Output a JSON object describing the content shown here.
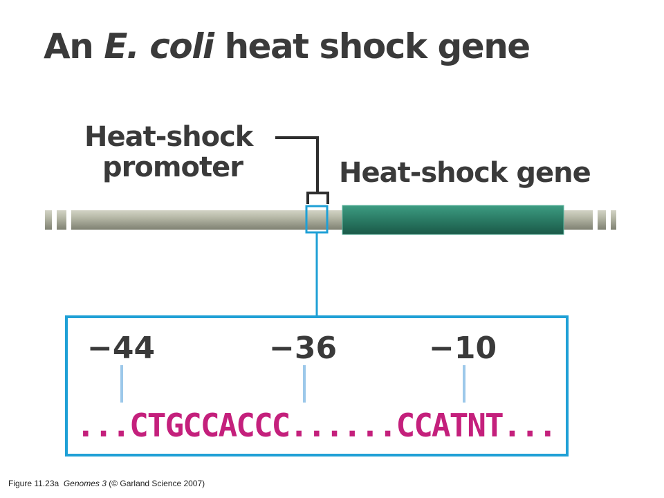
{
  "title": {
    "prefix": "An ",
    "species": "E. coli",
    "suffix": " heat shock gene"
  },
  "promoter_label": {
    "line1": "Heat-shock",
    "line2": "promoter"
  },
  "gene_label": "Heat-shock gene",
  "positions": [
    {
      "minus": "−",
      "value": "44"
    },
    {
      "minus": "−",
      "value": "36"
    },
    {
      "minus": "−",
      "value": "10"
    }
  ],
  "sequence": "...CTGCCACCC......CCATNT...",
  "caption": {
    "figure": "Figure 11.23a",
    "book": "Genomes 3",
    "credit": "(© Garland Science 2007)"
  },
  "colors": {
    "dna": "#a9ab9b",
    "gene": "#2e8a72",
    "highlight": "#1fa0d6",
    "tick": "#9cc8ea",
    "sequence": "#c4207c",
    "text": "#3a3a3a"
  }
}
